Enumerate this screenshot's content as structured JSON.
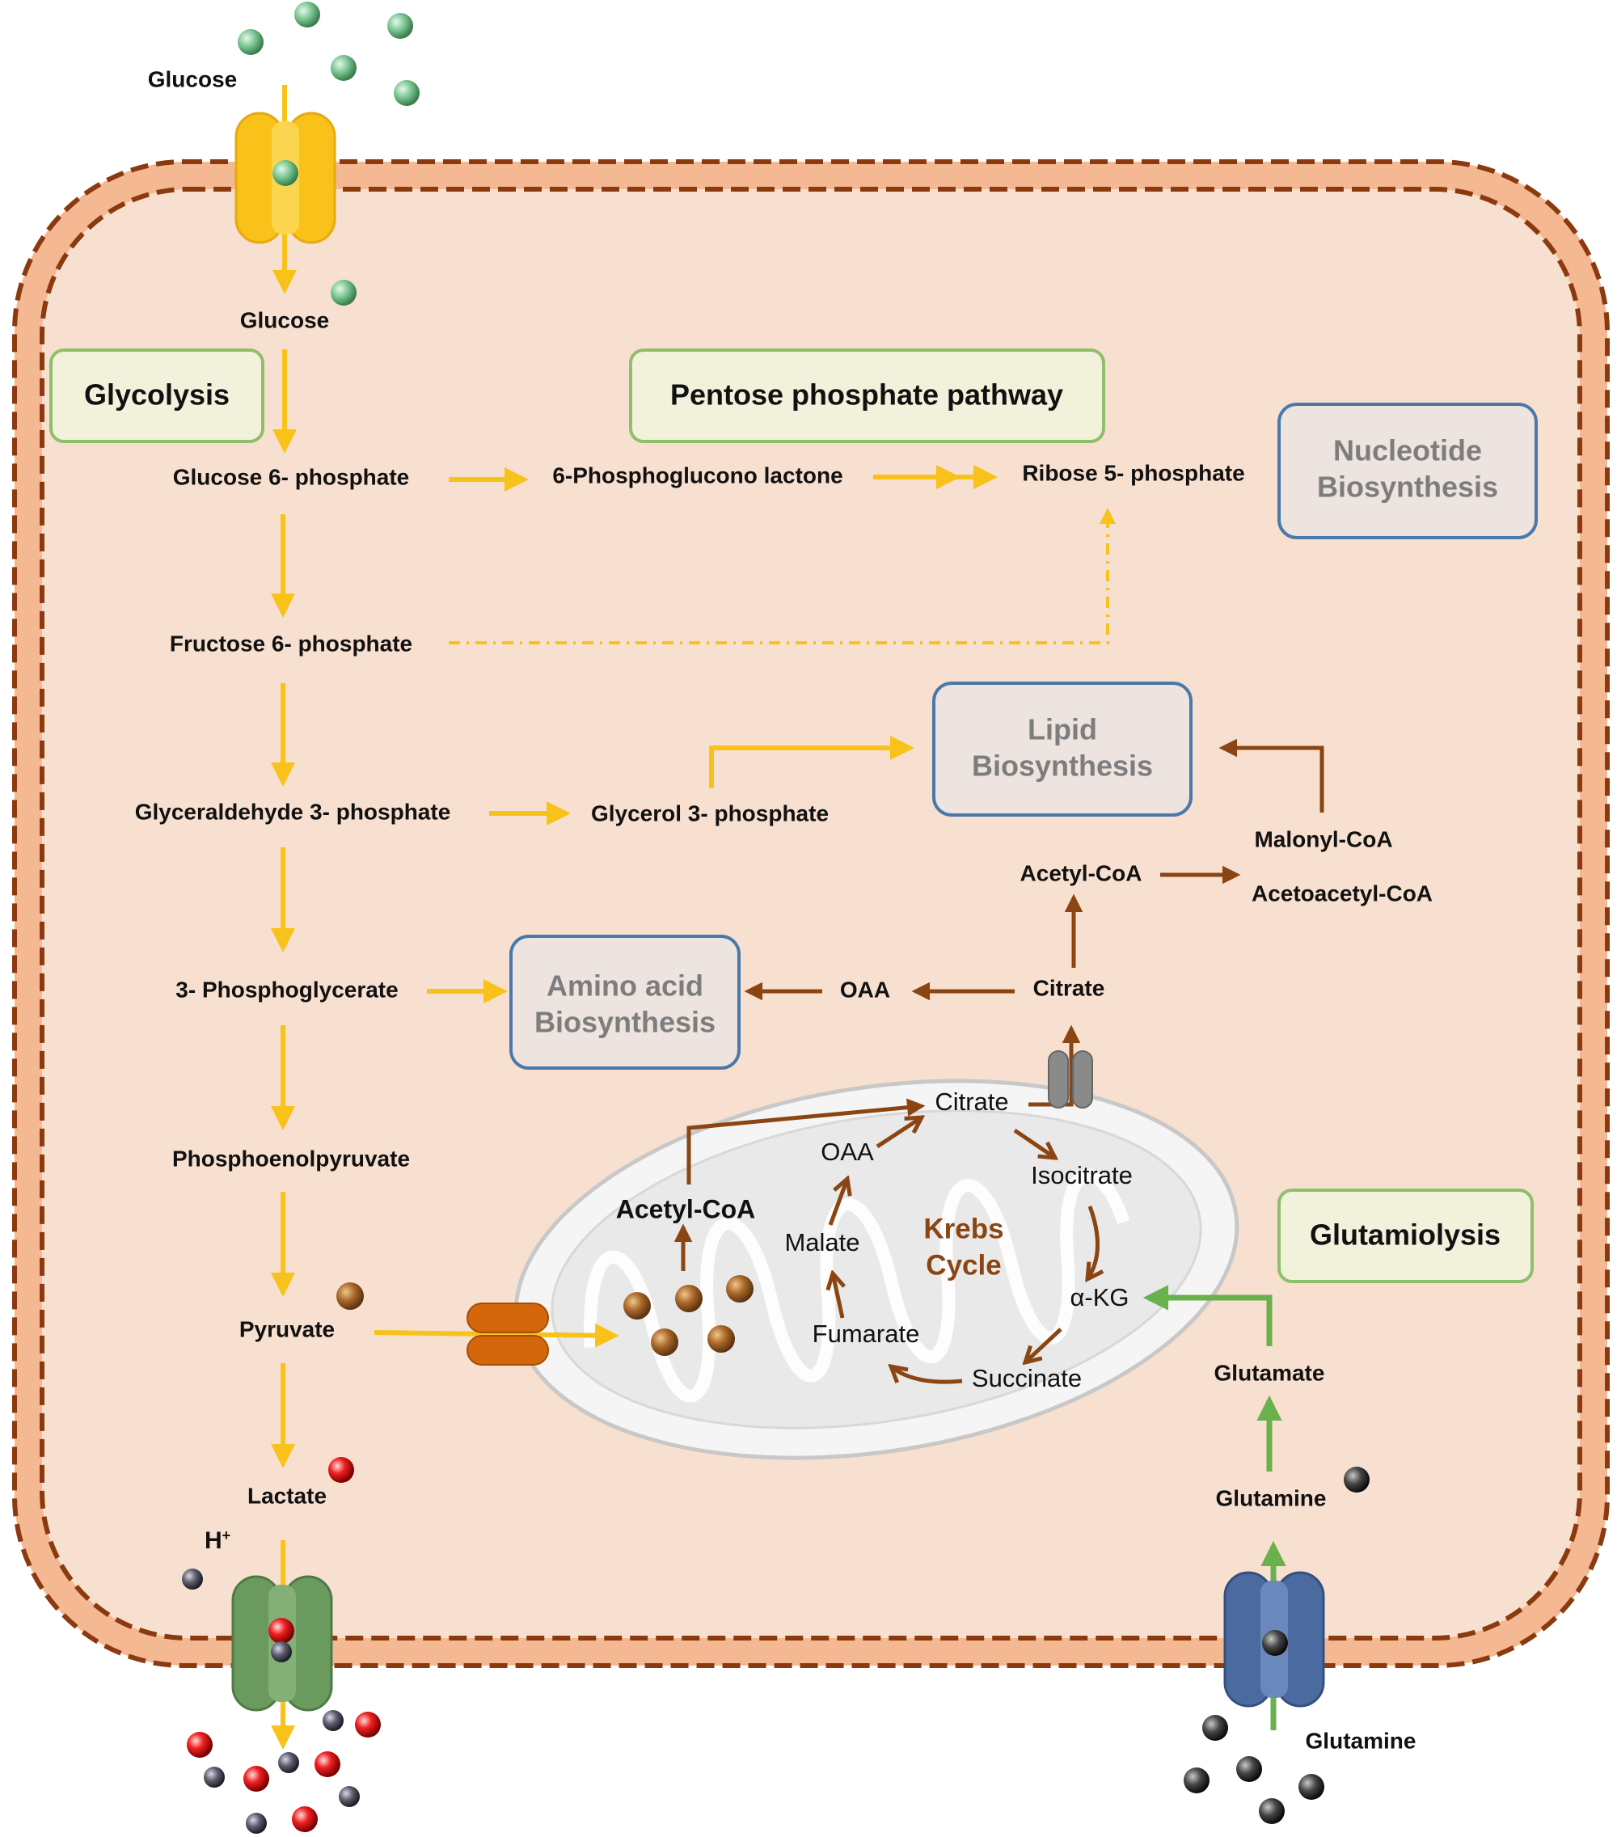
{
  "colors": {
    "cell_fill": "#f8e0d0",
    "membrane": "#f4b893",
    "membrane_dash": "#8b3a0f",
    "glycolysis_arrow": "#f8c21a",
    "krebs_arrow": "#8b4513",
    "glutamine_arrow": "#6ab04c",
    "pathway_box_border": "#8fbf6a",
    "pathway_box_fill": "#f2f2dc",
    "biosynthesis_box_border": "#4a78a8",
    "biosynthesis_box_fill": "#ede3df"
  },
  "outside": {
    "glucose": "Glucose",
    "glutamine": "Glutamine"
  },
  "proton": {
    "label": "H",
    "sup": "+"
  },
  "glycolysis": {
    "glucose": "Glucose",
    "g6p": "Glucose 6- phosphate",
    "f6p": "Fructose 6- phosphate",
    "ga3p": "Glyceraldehyde 3- phosphate",
    "pga3": "3- Phosphoglycerate",
    "pep": "Phosphoenolpyruvate",
    "pyruvate": "Pyruvate",
    "lactate": "Lactate"
  },
  "ppp": {
    "lactone": "6-Phosphoglucono lactone",
    "r5p": "Ribose 5- phosphate"
  },
  "lipid": {
    "g3p": "Glycerol 3- phosphate",
    "malonyl": "Malonyl-CoA",
    "acetoacetyl": "Acetoacetyl-CoA",
    "acetyl": "Acetyl-CoA",
    "citrate": "Citrate",
    "oaa": "OAA"
  },
  "pathway_boxes": {
    "glycolysis": "Glycolysis",
    "ppp": "Pentose phosphate pathway",
    "glutaminolysis": "Glutamiolysis"
  },
  "biosynthesis_boxes": {
    "nucleotide": [
      "Nucleotide",
      "Biosynthesis"
    ],
    "lipid": [
      "Lipid",
      "Biosynthesis"
    ],
    "amino": [
      "Amino acid",
      "Biosynthesis"
    ]
  },
  "krebs": {
    "title": [
      "Krebs",
      "Cycle"
    ],
    "acetyl": "Acetyl-CoA",
    "citrate": "Citrate",
    "isocitrate": "Isocitrate",
    "akg": "α-KG",
    "succinate": "Succinate",
    "fumarate": "Fumarate",
    "malate": "Malate",
    "oaa": "OAA"
  },
  "glutamine_pathway": {
    "glutamate": "Glutamate",
    "glutamine": "Glutamine"
  }
}
